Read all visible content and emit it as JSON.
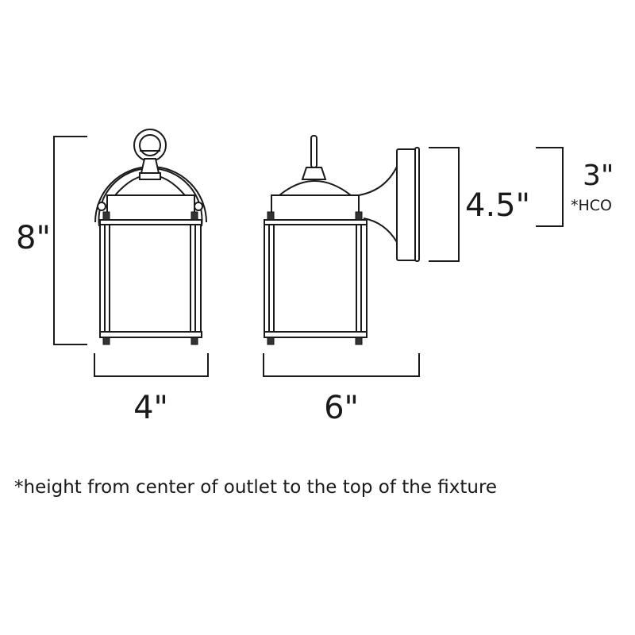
{
  "dimensions": {
    "height": "8\"",
    "width_front": "4\"",
    "depth_side": "6\"",
    "backplate_height": "4.5\"",
    "hco": "3\"",
    "hco_label": "*HCO"
  },
  "footnote": "*height from center of outlet to the top of the fixture"
}
